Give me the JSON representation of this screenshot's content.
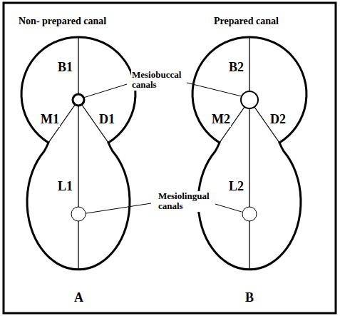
{
  "diagram": {
    "labels": [
      "Non- prepared canal",
      "Prepared canal",
      "B1",
      "Mesiobuccal canals",
      "M1",
      "D1",
      "B2",
      "M2",
      "D2",
      "L1",
      "L2",
      "Mesiolingual canals",
      "A",
      "B"
    ]
  }
}
